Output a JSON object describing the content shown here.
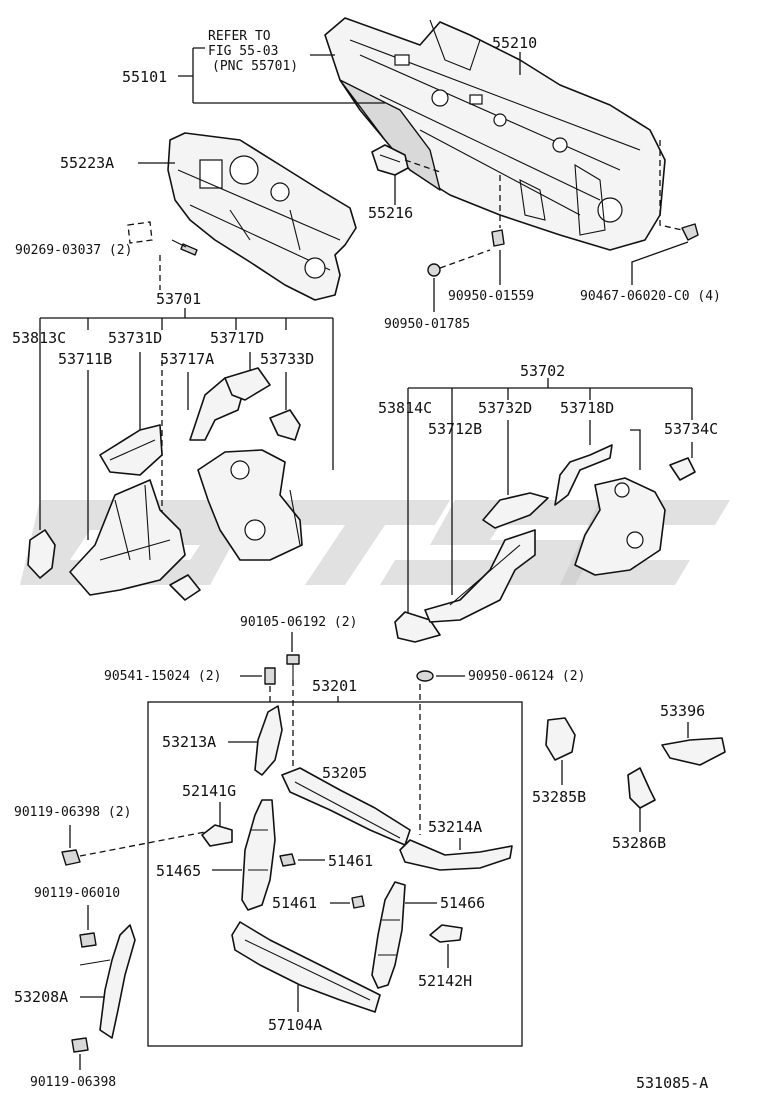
{
  "diagram": {
    "watermark": "GTSC",
    "figure_code": "531085-A",
    "labels": {
      "l55210": "55210",
      "ref1": "REFER TO",
      "ref2": "FIG 55-03",
      "ref3": "(PNC 55701)",
      "l55101": "55101",
      "l55223A": "55223A",
      "l55216": "55216",
      "l90269": "90269-03037 (2)",
      "l90950a": "90950-01559",
      "l90467": "90467-06020-C0 (4)",
      "l90950b": "90950-01785",
      "l53701": "53701",
      "l53813C": "53813C",
      "l53731D": "53731D",
      "l53717D": "53717D",
      "l53711B": "53711B",
      "l53717A": "53717A",
      "l53733D": "53733D",
      "l53702": "53702",
      "l53814C": "53814C",
      "l53732D": "53732D",
      "l53718D": "53718D",
      "l53712B": "53712B",
      "l53734C": "53734C",
      "l90105": "90105-06192 (2)",
      "l90541": "90541-15024 (2)",
      "l53201": "53201",
      "l90950c": "90950-06124 (2)",
      "l53213A": "53213A",
      "l53205": "53205",
      "l53396": "53396",
      "l52141G": "52141G",
      "l53285B": "53285B",
      "l90119a": "90119-06398 (2)",
      "l53214A": "53214A",
      "l53286B": "53286B",
      "l51465": "51465",
      "l51461a": "51461",
      "l90119b": "90119-06010",
      "l51461b": "51461",
      "l51466": "51466",
      "l52142H": "52142H",
      "l53208A": "53208A",
      "l57104A": "57104A",
      "l90119c": "90119-06398"
    }
  }
}
